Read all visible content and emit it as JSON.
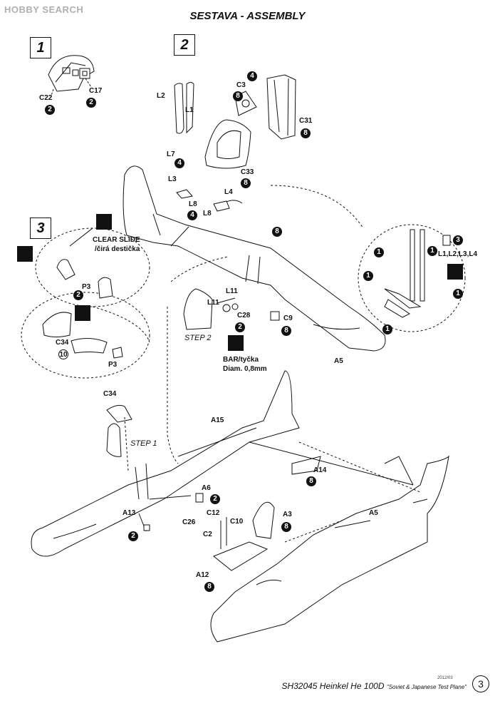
{
  "watermark": "HOBBY SEARCH",
  "title": "SESTAVA - ASSEMBLY",
  "steps": [
    "1",
    "2",
    "3"
  ],
  "step_words": {
    "step1": "STEP 1",
    "step2": "STEP 2"
  },
  "parts": {
    "C22": "C22",
    "C17": "C17",
    "L2": "L2",
    "L1": "L1",
    "C3": "C3",
    "C31": "C31",
    "L7": "L7",
    "L3": "L3",
    "C33": "C33",
    "L4": "L4",
    "L8a": "L8",
    "L8b": "L8",
    "P3a": "P3",
    "P3b": "P3",
    "C34a": "C34",
    "L11a": "L11",
    "L11b": "L11",
    "C28": "C28",
    "C9": "C9",
    "A5a": "A5",
    "A5b": "A5",
    "A15": "A15",
    "C34b": "C34",
    "A14": "A14",
    "A6": "A6",
    "C12": "C12",
    "C10": "C10",
    "C2": "C2",
    "A13": "A13",
    "C26": "C26",
    "A3": "A3",
    "A12": "A12",
    "L_group": "L1,L2,L3,L4"
  },
  "quantities": {
    "c22": "2",
    "c17": "2",
    "c3": "4",
    "c3b": "8",
    "c31": "8",
    "l7": "4",
    "c33": "8",
    "l8a": "4",
    "p3": "2",
    "c34": "10",
    "c28": "2",
    "c9": "8",
    "fus": "8",
    "a14": "8",
    "a6": "2",
    "a3": "8",
    "a13": "2",
    "a12": "8",
    "g1": "1",
    "g2": "1",
    "g3": "1",
    "g4": "1",
    "g5": "1",
    "g6": "3"
  },
  "notes": {
    "clear_slide": "CLEAR SLIDE",
    "clear_slide_cz": "/čirá destička",
    "bar": "BAR/tyčka",
    "diam": "Diam. 0,8mm"
  },
  "footer": {
    "code": "SH32045 Heinkel He 100D",
    "subtitle": "\"Soviet & Japanese Test Plane\"",
    "date": "2012/03",
    "page": "3"
  }
}
